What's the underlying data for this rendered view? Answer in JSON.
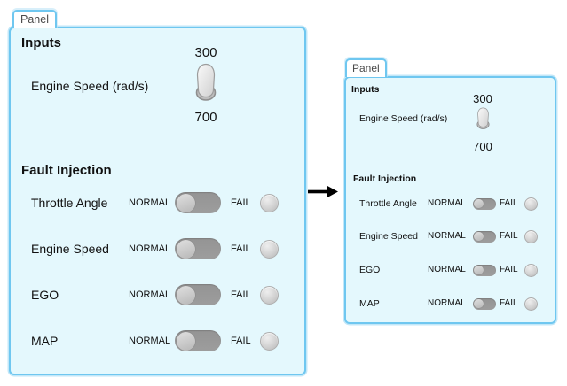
{
  "panel": {
    "tab_label": "Panel",
    "inputs": {
      "heading": "Inputs",
      "engine_speed": {
        "label": "Engine Speed (rad/s)",
        "upper_value": "300",
        "lower_value": "700",
        "switch_position": "300"
      }
    },
    "fault_injection": {
      "heading": "Fault Injection",
      "switch_left_label": "NORMAL",
      "switch_right_label": "FAIL",
      "rows": [
        {
          "label": "Throttle Angle",
          "state": "NORMAL",
          "lamp": "off"
        },
        {
          "label": "Engine Speed",
          "state": "NORMAL",
          "lamp": "off"
        },
        {
          "label": "EGO",
          "state": "NORMAL",
          "lamp": "off"
        },
        {
          "label": "MAP",
          "state": "NORMAL",
          "lamp": "off"
        }
      ]
    }
  },
  "colors": {
    "panel_border": "#6FC7F0",
    "panel_background": "#E4F8FD",
    "tab_background": "#FFFFFF",
    "switch_track": "#9A9A9A",
    "switch_knob": "#C9C9C9",
    "lamp": "#CFCFCF",
    "arrow": "#000000",
    "text": "#111111"
  }
}
